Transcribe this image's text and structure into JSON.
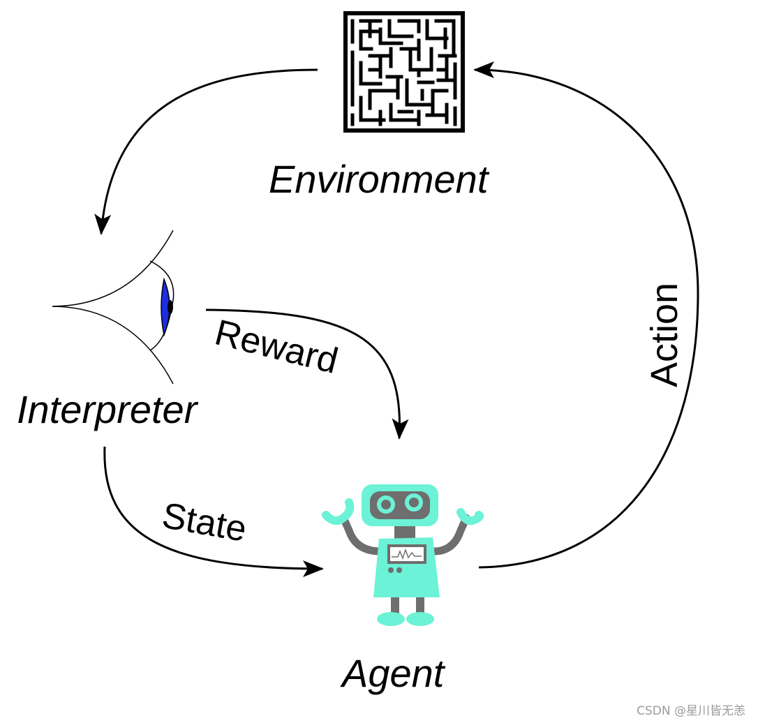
{
  "nodes": {
    "environment": {
      "label": "Environment",
      "icon": "maze-icon"
    },
    "interpreter": {
      "label": "Interpreter",
      "icon": "eye-icon"
    },
    "agent": {
      "label": "Agent",
      "icon": "robot-icon"
    }
  },
  "edges": {
    "observe": {
      "label": ""
    },
    "reward": {
      "label": "Reward"
    },
    "state": {
      "label": "State"
    },
    "action": {
      "label": "Action"
    }
  },
  "watermark": "CSDN @星川皆无恙",
  "colors": {
    "robot_body": "#6cf2d6",
    "robot_gray": "#6e6e6e",
    "eye_iris": "#1b2fe0",
    "stroke": "#000000"
  }
}
